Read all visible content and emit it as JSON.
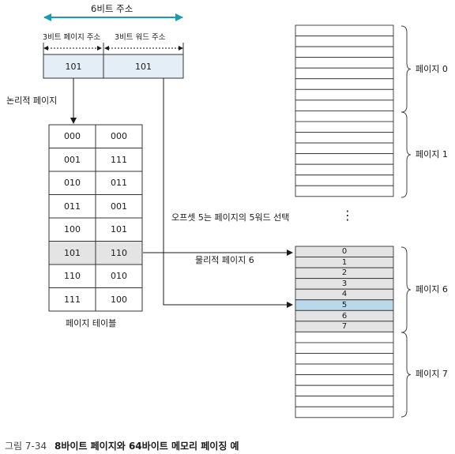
{
  "address": {
    "total_label": "6비트 주소",
    "page_bits_label": "3비트 페이지 주소",
    "word_bits_label": "3비트 워드 주소",
    "page_value": "101",
    "word_value": "101"
  },
  "logical_page_label": "논리적 페이지",
  "page_table": {
    "caption": "페이지 테이블",
    "rows": [
      {
        "logical": "000",
        "physical": "000"
      },
      {
        "logical": "001",
        "physical": "111"
      },
      {
        "logical": "010",
        "physical": "011"
      },
      {
        "logical": "011",
        "physical": "001"
      },
      {
        "logical": "100",
        "physical": "101"
      },
      {
        "logical": "101",
        "physical": "110"
      },
      {
        "logical": "110",
        "physical": "010"
      },
      {
        "logical": "111",
        "physical": "100"
      }
    ],
    "highlight_index": 5
  },
  "offset_label": "오프셋 5는 페이지의 5워드 선택",
  "physical_page_label": "물리적 페이지 6",
  "memory": {
    "pages": [
      {
        "label": "페이지 0"
      },
      {
        "label": "페이지 1"
      },
      {
        "label": "페이지 6",
        "words": [
          "0",
          "1",
          "2",
          "3",
          "4",
          "5",
          "6",
          "7"
        ],
        "highlight_word": 5
      },
      {
        "label": "페이지 7"
      }
    ],
    "ellipsis": "⋮"
  },
  "colors": {
    "arrow_teal": "#1a9bb0",
    "light_blue": "#e3eef7",
    "gray": "#e4e4e4",
    "highlight_blue": "#b9d8ea"
  },
  "caption": {
    "figure_no": "그림 7-34",
    "title": "8바이트 페이지와 64바이트 메모리 페이징 예"
  }
}
